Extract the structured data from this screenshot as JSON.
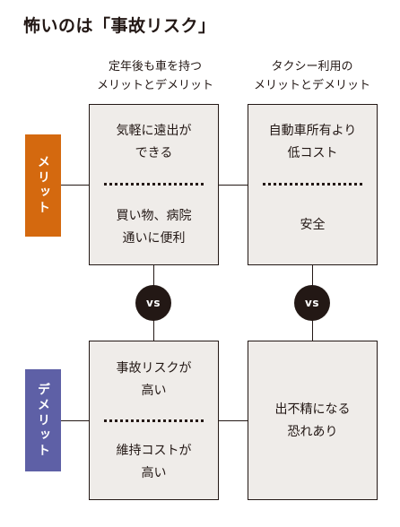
{
  "title": "怖いのは「事故リスク」",
  "columns": [
    {
      "header": [
        "定年後も車を持つ",
        "メリットとデメリット"
      ],
      "merit": [
        [
          "気軽に遠出が",
          "できる"
        ],
        [
          "買い物、病院",
          "通いに便利"
        ]
      ],
      "demerit": [
        [
          "事故リスクが",
          "高い"
        ],
        [
          "維持コストが",
          "高い"
        ]
      ]
    },
    {
      "header": [
        "タクシー利用の",
        "メリットとデメリット"
      ],
      "merit": [
        [
          "自動車所有より",
          "低コスト"
        ],
        [
          "安全"
        ]
      ],
      "demerit": [
        [
          "出不精になる",
          "恐れあり"
        ]
      ]
    }
  ],
  "row_labels": {
    "merit": "メリット",
    "demerit": "デメリット"
  },
  "vs_label": "vs",
  "colors": {
    "merit_label_bg": "#d4690f",
    "demerit_label_bg": "#5e60a6",
    "box_bg": "#efece9",
    "line": "#231815"
  }
}
